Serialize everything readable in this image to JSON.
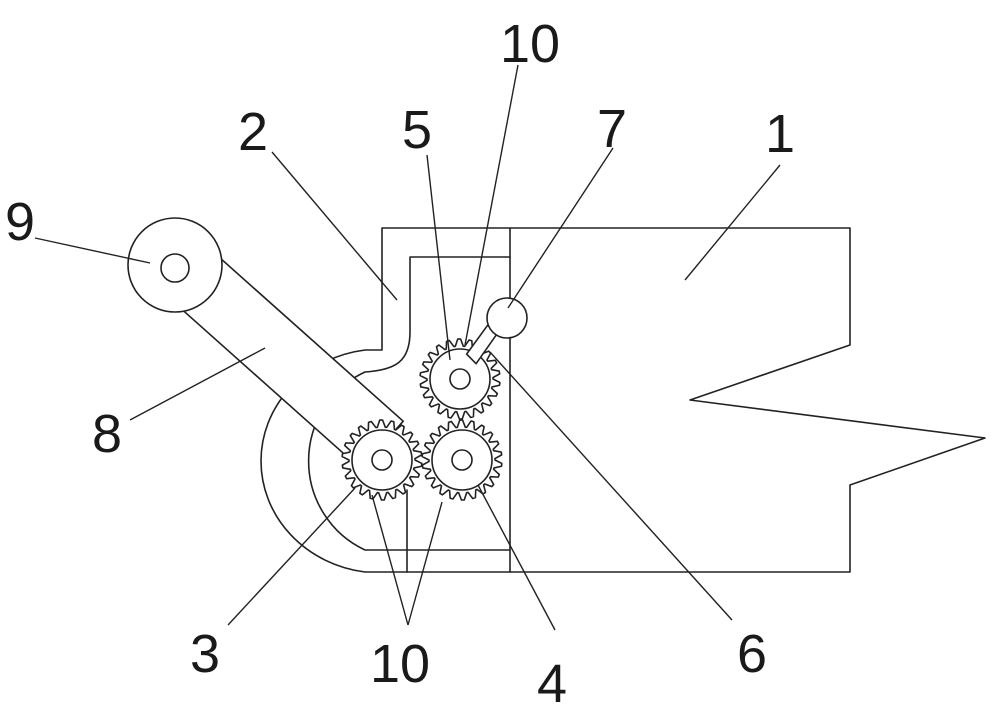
{
  "colors": {
    "line": "#222222",
    "background": "#ffffff"
  },
  "labels": {
    "l1": "1",
    "l2": "2",
    "l3": "3",
    "l4": "4",
    "l5": "5",
    "l6": "6",
    "l7": "7",
    "l8": "8",
    "l9": "9",
    "l10_top": "10",
    "l10_bottom": "10"
  }
}
